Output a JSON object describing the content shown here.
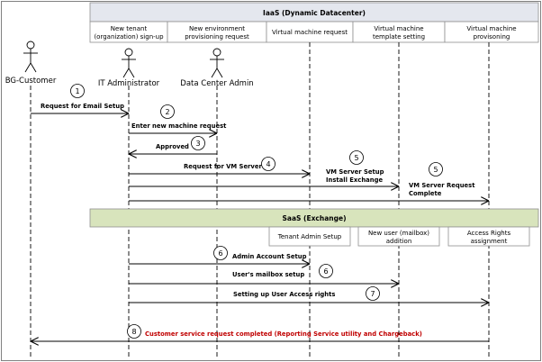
{
  "iaas_header": "IaaS (Dynamic Datacenter)",
  "iaas_columns": [
    [
      "New tenant",
      "(organization) sign-up"
    ],
    [
      "New environment",
      "provisioning request"
    ],
    [
      "Virtual machine request"
    ],
    [
      "Virtual machine",
      "template setting"
    ],
    [
      "Virtual machine",
      "provisoning"
    ]
  ],
  "actors": [
    "BG-Customer",
    "IT Administrator",
    "Data Center Admin"
  ],
  "saas_header": "SaaS (Exchange)",
  "saas_columns": [
    [
      "Tenant Admin Setup"
    ],
    [
      "New user (mailbox)",
      "addition"
    ],
    [
      "Access Rights",
      "assignment"
    ]
  ],
  "steps": [
    {
      "number": "1",
      "label": "Request for Email Setup"
    },
    {
      "number": "2",
      "label": "Enter new machine request"
    },
    {
      "number": "3",
      "label": "Approved"
    },
    {
      "number": "4",
      "label": "Request for VM Server"
    },
    {
      "number": "5",
      "lines": [
        "VM Server Setup",
        "Install Exchange"
      ]
    },
    {
      "number": "5",
      "lines": [
        "VM Server Request",
        "Complete"
      ]
    },
    {
      "number": "6",
      "label": "Admin Account Setup"
    },
    {
      "number": "6",
      "label": "User's mailbox setup"
    },
    {
      "number": "7",
      "label": "Setting up User Access rights"
    },
    {
      "number": "8",
      "label": "Customer service request completed (Reporting Service utility and Chargeback)"
    }
  ],
  "colors": {
    "iaas_bg": "#e4e7ee",
    "saas_bg": "#d8e4bc",
    "line": "#000000",
    "highlight": "#c00000"
  }
}
